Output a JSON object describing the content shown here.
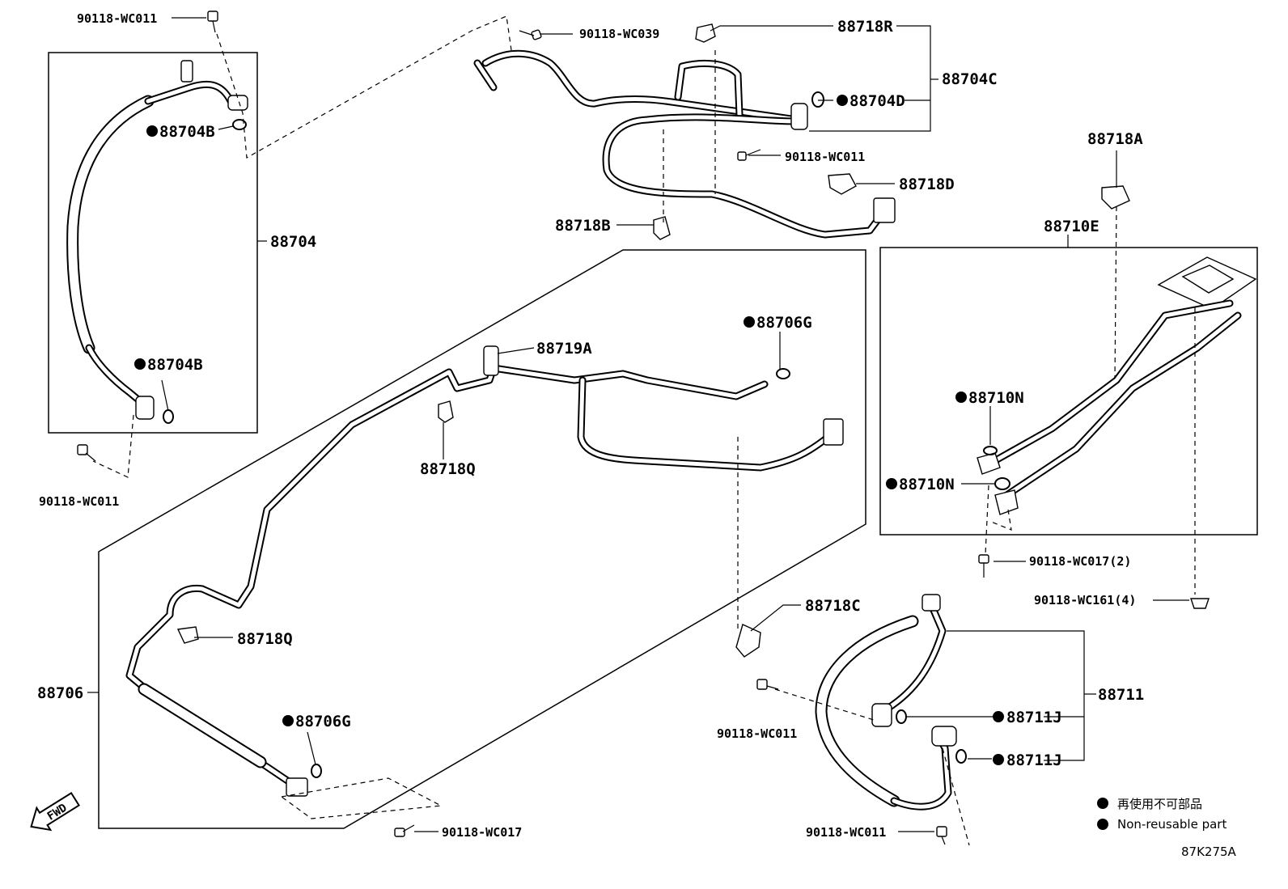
{
  "labels": {
    "b_90118_wc011_a": "90118-WC011",
    "b_90118_wc039": "90118-WC039",
    "p_88718r": "88718R",
    "p_88704c": "88704C",
    "p_88704d": "88704D",
    "b_90118_wc011_b": "90118-WC011",
    "p_88718d": "88718D",
    "p_88718b": "88718B",
    "p_88704b_top": "88704B",
    "p_88704": "88704",
    "p_88704b_bottom": "88704B",
    "b_90118_wc011_c": "90118-WC011",
    "p_88718a": "88718A",
    "p_88710e": "88710E",
    "p_88710n_top": "88710N",
    "p_88710n_bottom": "88710N",
    "b_90118_wc017_2": "90118-WC017(2)",
    "b_90118_wc161_4": "90118-WC161(4)",
    "p_88706g_top": "88706G",
    "p_88719a": "88719A",
    "p_88718q_top": "88718Q",
    "p_88718q_bottom": "88718Q",
    "p_88706": "88706",
    "p_88706g_bottom": "88706G",
    "b_90118_wc017": "90118-WC017",
    "p_88718c": "88718C",
    "p_88711": "88711",
    "p_88711j_top": "88711J",
    "p_88711j_bottom": "88711J",
    "b_90118_wc011_d": "90118-WC011",
    "b_90118_wc011_e": "90118-WC011",
    "fwd": "FWD",
    "code": "87K275A"
  },
  "legend": {
    "line1": "再使用不可部品",
    "line2": "Non-reusable part"
  },
  "colors": {
    "ink": "#000000",
    "paper": "#ffffff"
  }
}
